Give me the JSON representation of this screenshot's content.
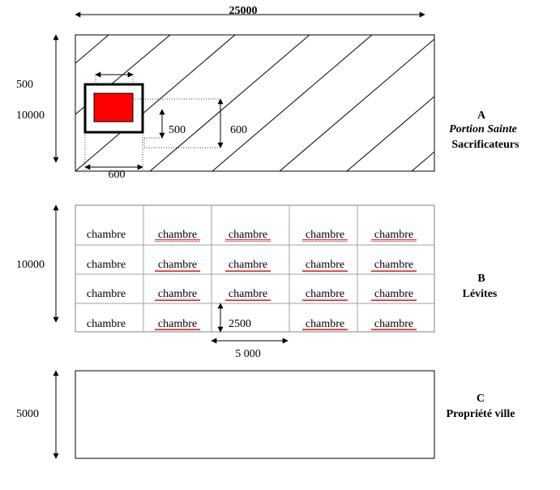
{
  "dimensions": {
    "total_width": "25000",
    "zone_a_height": "10000",
    "inner_width": "500",
    "inner_offset_1": "500",
    "inner_offset_2": "600",
    "bottom_offset": "600",
    "zone_b_height": "10000",
    "cell_height": "2500",
    "cell_width": "5 000",
    "zone_c_height": "5000"
  },
  "zones": {
    "a": {
      "letter": "A",
      "line1": "Portion Sainte",
      "line2": "Sacrificateurs"
    },
    "b": {
      "letter": "B",
      "line1": "Lévites"
    },
    "c": {
      "letter": "C",
      "line1": "Propriété  ville"
    }
  },
  "rooms": {
    "rows": [
      [
        "chambre",
        "chambre",
        "chambre",
        "chambre",
        "chambre"
      ],
      [
        "chambre",
        "chambre",
        "chambre",
        "chambre",
        "chambre"
      ],
      [
        "chambre",
        "chambre",
        "chambre",
        "chambre",
        "chambre"
      ],
      [
        "chambre",
        "chambre",
        "",
        "chambre",
        "chambre"
      ]
    ]
  },
  "colors": {
    "sanctuary": "#ff0000",
    "spellcheck": "#c00000"
  }
}
